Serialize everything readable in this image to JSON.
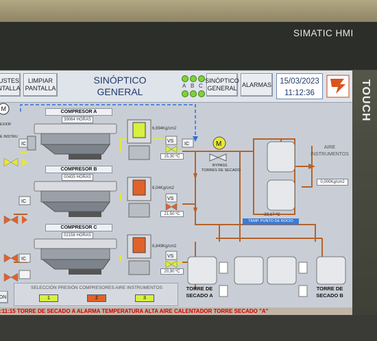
{
  "device": {
    "brand": "SIMATIC HMI",
    "touch_label": "TOUCH"
  },
  "header": {
    "btn_ajustes": "USTES\nNTALLA",
    "btn_limpiar": "LIMPIAR\nPANTALLA",
    "title": "SINÓPTICO\nGENERAL",
    "leds": [
      "A",
      "B",
      "C"
    ],
    "btn_sinoptico": "SINÓPTICO\nGENERAL",
    "btn_alarmas": "ALARMAS",
    "date": "15/03/2023",
    "time": "11:12:36"
  },
  "compressors": [
    {
      "name": "COMPRESOR A",
      "hours": "39064 HORAS",
      "pressure": "6,694Kg/cm2",
      "temp": "15,30 ºC",
      "status_color": "#d8f040",
      "valve_color": "#d8f040"
    },
    {
      "name": "COMPRESOR B",
      "hours": "00435 HORAS",
      "pressure": "6,04Kg/cm2",
      "temp": "21,50 ºC",
      "status_color": "#e0622a",
      "valve_color": "#e0622a"
    },
    {
      "name": "COMPRESOR C",
      "hours": "02158 HORAS",
      "pressure": "6,849Kg/cm2",
      "temp": "20,90 ºC",
      "status_color": "#e0622a",
      "valve_color": "#d8f040"
    }
  ],
  "left_labels": {
    "m": "M",
    "tag1": "EXIOF",
    "tag2": "E INSTRU",
    "ic": "IC",
    "vs": "VS"
  },
  "bypass": {
    "m": "M",
    "label1": "BYPASS",
    "label2": "TORRES DE SECADO"
  },
  "dryer": {
    "temp_value": "-23,17 ºC",
    "temp_label": "TEMP. PUNTO DE ROCIO"
  },
  "aire": {
    "title": "AIRE\nINSTRUMENTOS",
    "value": "0,000Kg/cm2"
  },
  "torres": [
    {
      "label": "TORRE DE\nSECADO A"
    },
    {
      "label": "TORRE DE\nSECADO B"
    }
  ],
  "selection": {
    "title": "SELECCIÓN PRESIÓN COMPRESORES AIRE INSTRUMENTOS",
    "buttons": [
      {
        "label": "1",
        "color": "#d8f040"
      },
      {
        "label": "2",
        "color": "#e0622a"
      },
      {
        "label": "3",
        "color": "#d8f040"
      }
    ]
  },
  "lower_left": {
    "label": "ON"
  },
  "alarm": {
    "text": ":11:15 TORRE DE SECADO A ALARMA TEMPERATURA ALTA AIRE CALENTADOR TORRE SECADO \"A\""
  },
  "colors": {
    "pipe_orange": "#b4632a",
    "pipe_yellow": "#e6e63a",
    "dashed_blue": "#2d6be0",
    "screen_bg": "#c9ced6"
  }
}
